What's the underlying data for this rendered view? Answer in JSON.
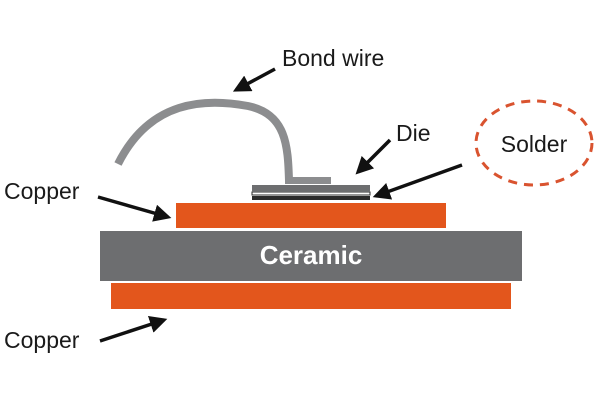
{
  "labels": {
    "bond_wire": "Bond wire",
    "die": "Die",
    "solder": "Solder",
    "copper_top": "Copper",
    "ceramic": "Ceramic",
    "copper_bottom": "Copper"
  },
  "colors": {
    "copper": "#e3561c",
    "ceramic": "#6d6e70",
    "wire": "#8c8d8f",
    "die": "#6d6e70",
    "solder": "#2b2b2b",
    "solder_circle": "#d9532f",
    "arrow": "#111111"
  }
}
